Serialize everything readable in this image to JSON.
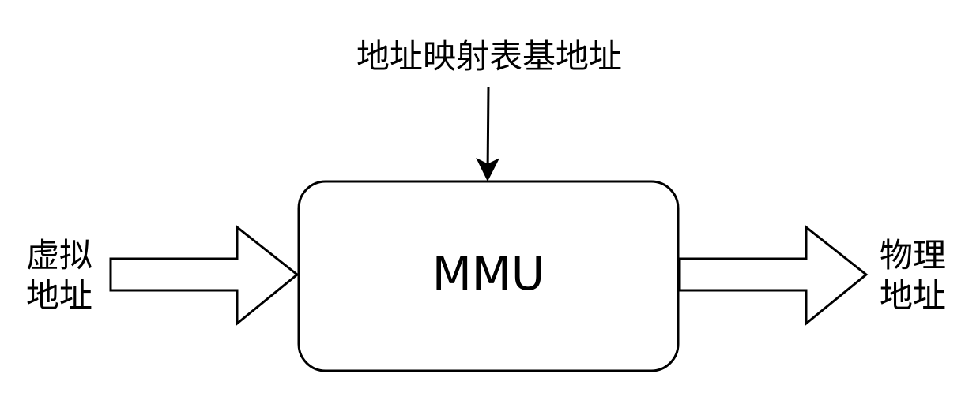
{
  "diagram": {
    "top_label": "地址映射表基地址",
    "center_label": "MMU",
    "left_label_line1": "虚拟",
    "left_label_line2": "地址",
    "right_label_line1": "物理",
    "right_label_line2": "地址"
  },
  "colors": {
    "stroke": "#000000",
    "fill": "#ffffff"
  }
}
